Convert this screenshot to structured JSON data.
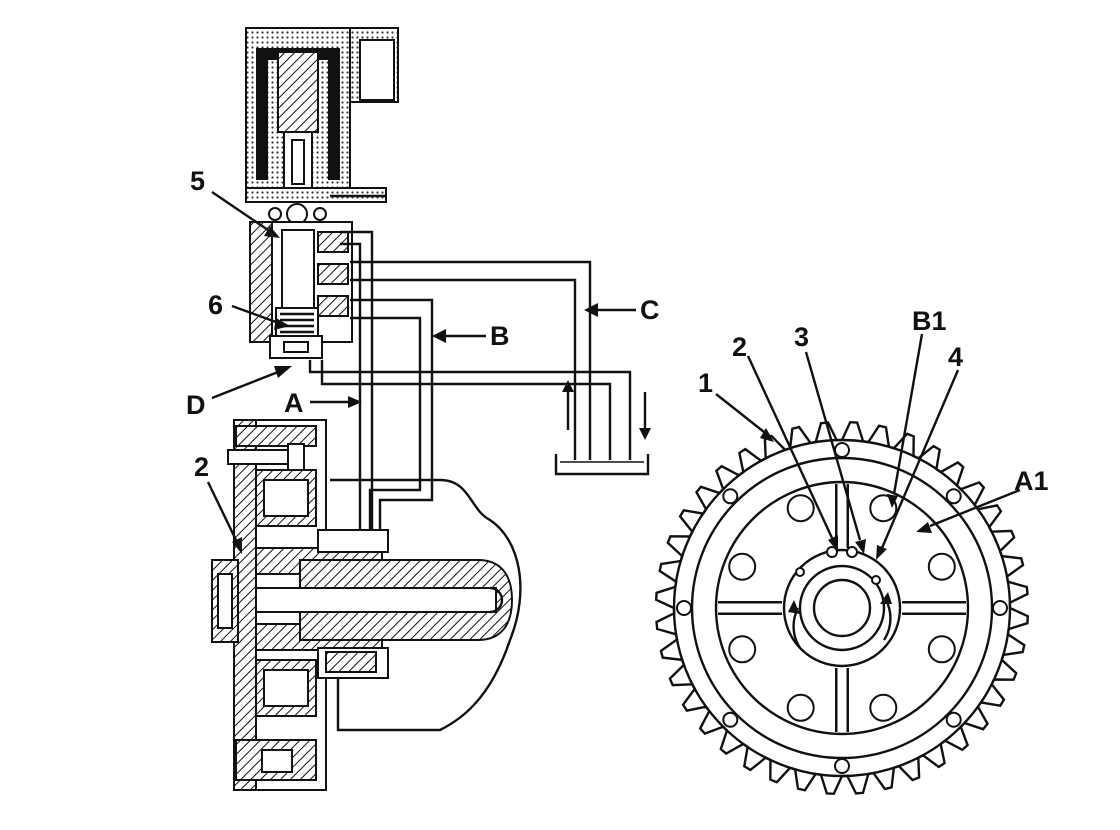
{
  "labels": {
    "valve_5": "5",
    "valve_6": "6",
    "port_d": "D",
    "port_a": "A",
    "port_b": "B",
    "port_c": "C",
    "left_2": "2",
    "right_1": "1",
    "right_2": "2",
    "right_3": "3",
    "right_b1": "B1",
    "right_4": "4",
    "right_a1": "A1"
  }
}
